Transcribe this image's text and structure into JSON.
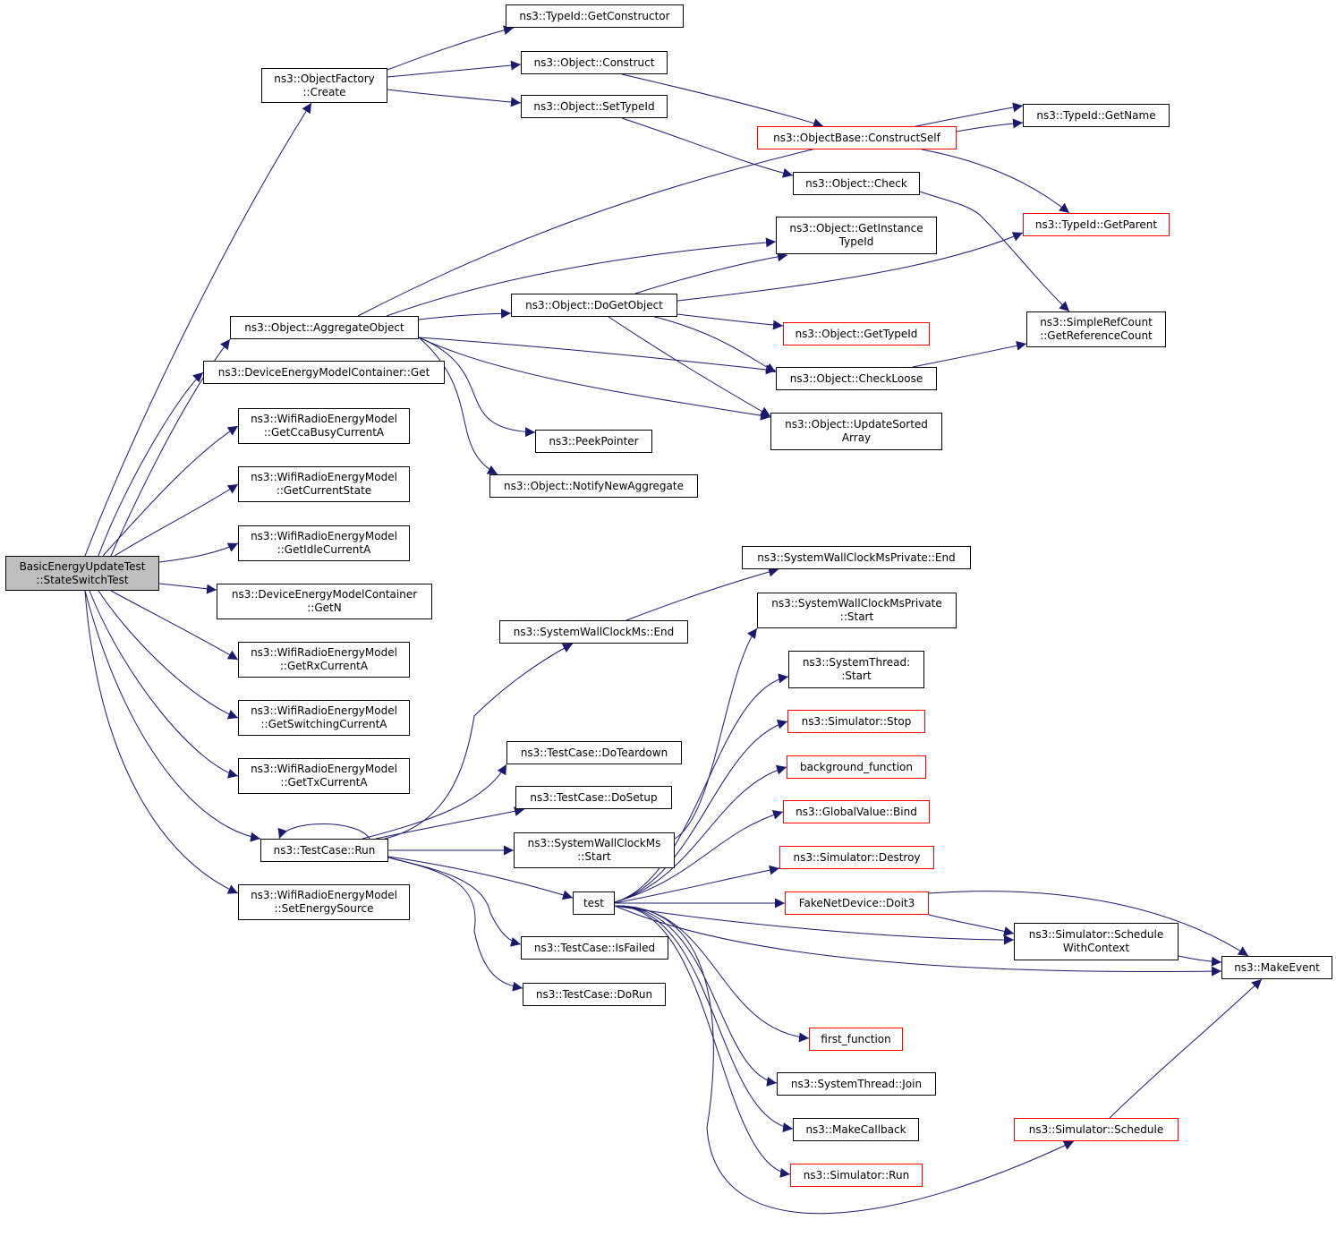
{
  "colors": {
    "edge": "#191970",
    "box_border": "#000000",
    "external_border": "#ff0000",
    "root_fill": "#bfbfbf"
  },
  "nodes": {
    "root": {
      "lines": [
        "BasicEnergyUpdateTest",
        "::StateSwitchTest"
      ]
    },
    "objfactory": {
      "lines": [
        "ns3::ObjectFactory",
        "::Create"
      ]
    },
    "getctor": {
      "lines": [
        "ns3::TypeId::GetConstructor"
      ]
    },
    "construct": {
      "lines": [
        "ns3::Object::Construct"
      ]
    },
    "settypeid": {
      "lines": [
        "ns3::Object::SetTypeId"
      ]
    },
    "constructself": {
      "lines": [
        "ns3::ObjectBase::ConstructSelf"
      ]
    },
    "getname": {
      "lines": [
        "ns3::TypeId::GetName"
      ]
    },
    "check": {
      "lines": [
        "ns3::Object::Check"
      ]
    },
    "getparent": {
      "lines": [
        "ns3::TypeId::GetParent"
      ]
    },
    "getinst": {
      "lines": [
        "ns3::Object::GetInstance",
        "TypeId"
      ]
    },
    "aggregate": {
      "lines": [
        "ns3::Object::AggregateObject"
      ]
    },
    "dogetobj": {
      "lines": [
        "ns3::Object::DoGetObject"
      ]
    },
    "refcount": {
      "lines": [
        "ns3::SimpleRefCount",
        "::GetReferenceCount"
      ]
    },
    "gettypeid": {
      "lines": [
        "ns3::Object::GetTypeId"
      ]
    },
    "checkloose": {
      "lines": [
        "ns3::Object::CheckLoose"
      ]
    },
    "demcget": {
      "lines": [
        "ns3::DeviceEnergyModelContainer::Get"
      ]
    },
    "updsorted": {
      "lines": [
        "ns3::Object::UpdateSorted",
        "Array"
      ]
    },
    "ccabusy": {
      "lines": [
        "ns3::WifiRadioEnergyModel",
        "::GetCcaBusyCurrentA"
      ]
    },
    "peekptr": {
      "lines": [
        "ns3::PeekPointer"
      ]
    },
    "notifyagg": {
      "lines": [
        "ns3::Object::NotifyNewAggregate"
      ]
    },
    "curstate": {
      "lines": [
        "ns3::WifiRadioEnergyModel",
        "::GetCurrentState"
      ]
    },
    "idlecur": {
      "lines": [
        "ns3::WifiRadioEnergyModel",
        "::GetIdleCurrentA"
      ]
    },
    "swcpend": {
      "lines": [
        "ns3::SystemWallClockMsPrivate::End"
      ]
    },
    "demcgetn": {
      "lines": [
        "ns3::DeviceEnergyModelContainer",
        "::GetN"
      ]
    },
    "swcpstart": {
      "lines": [
        "ns3::SystemWallClockMsPrivate",
        "::Start"
      ]
    },
    "swcend": {
      "lines": [
        "ns3::SystemWallClockMs::End"
      ]
    },
    "rxcur": {
      "lines": [
        "ns3::WifiRadioEnergyModel",
        "::GetRxCurrentA"
      ]
    },
    "systhstart": {
      "lines": [
        "ns3::SystemThread:",
        ":Start"
      ]
    },
    "swcur": {
      "lines": [
        "ns3::WifiRadioEnergyModel",
        "::GetSwitchingCurrentA"
      ]
    },
    "simstop": {
      "lines": [
        "ns3::Simulator::Stop"
      ]
    },
    "teardown": {
      "lines": [
        "ns3::TestCase::DoTeardown"
      ]
    },
    "txcur": {
      "lines": [
        "ns3::WifiRadioEnergyModel",
        "::GetTxCurrentA"
      ]
    },
    "bgfunc": {
      "lines": [
        "background_function"
      ]
    },
    "dosetup": {
      "lines": [
        "ns3::TestCase::DoSetup"
      ]
    },
    "gvbind": {
      "lines": [
        "ns3::GlobalValue::Bind"
      ]
    },
    "tcrun": {
      "lines": [
        "ns3::TestCase::Run"
      ]
    },
    "swcstart": {
      "lines": [
        "ns3::SystemWallClockMs",
        "::Start"
      ]
    },
    "simdestroy": {
      "lines": [
        "ns3::Simulator::Destroy"
      ]
    },
    "setsrc": {
      "lines": [
        "ns3::WifiRadioEnergyModel",
        "::SetEnergySource"
      ]
    },
    "test": {
      "lines": [
        "test"
      ]
    },
    "doit3": {
      "lines": [
        "FakeNetDevice::Doit3"
      ]
    },
    "schedctx": {
      "lines": [
        "ns3::Simulator::Schedule",
        "WithContext"
      ]
    },
    "isfailed": {
      "lines": [
        "ns3::TestCase::IsFailed"
      ]
    },
    "makeevent": {
      "lines": [
        "ns3::MakeEvent"
      ]
    },
    "dorun": {
      "lines": [
        "ns3::TestCase::DoRun"
      ]
    },
    "firstfunc": {
      "lines": [
        "first_function"
      ]
    },
    "sysjoin": {
      "lines": [
        "ns3::SystemThread::Join"
      ]
    },
    "makecb": {
      "lines": [
        "ns3::MakeCallback"
      ]
    },
    "simsched": {
      "lines": [
        "ns3::Simulator::Schedule"
      ]
    },
    "simrun": {
      "lines": [
        "ns3::Simulator::Run"
      ]
    }
  }
}
